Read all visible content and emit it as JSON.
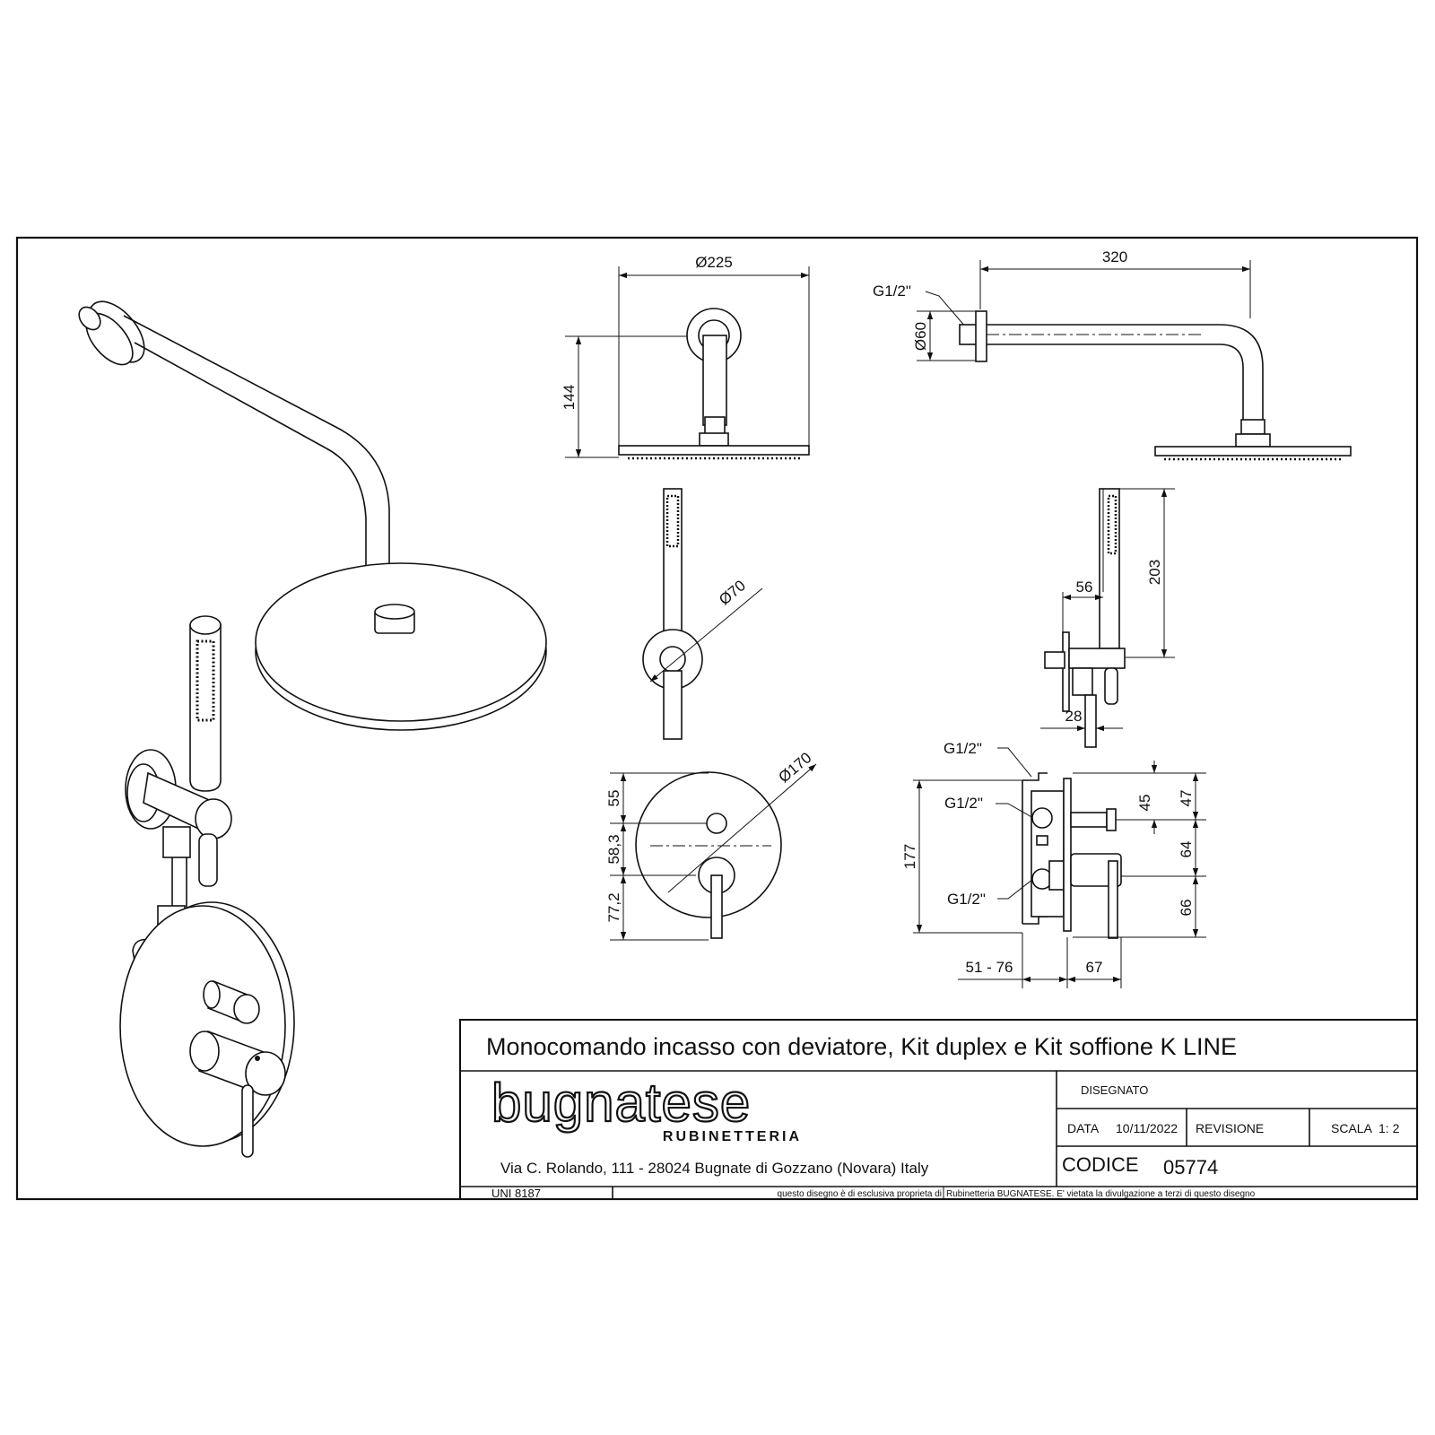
{
  "title_block": {
    "title": "Monocomando incasso con deviatore, Kit duplex e Kit soffione K LINE",
    "brand_logo": "bugnatese",
    "brand_sub": "RUBINETTERIA",
    "address": "Via C. Rolando, 111 - 28024 Bugnate di Gozzano (Novara) Italy",
    "disegnato_label": "DISEGNATO",
    "data_label": "DATA",
    "data_value": "10/11/2022",
    "revisione_label": "REVISIONE",
    "scala_label": "SCALA",
    "scala_value": "1: 2",
    "codice_label": "CODICE",
    "codice_value": "05774",
    "norm": "UNI 8187",
    "disclaimer_a": "questo disegno è di esclusiva proprieta di",
    "disclaimer_b": "Rubinetteria BUGNATESE. E' vietata la divulgazione a terzi di questo disegno"
  },
  "dimensions": {
    "head_diameter": "Ø225",
    "head_height": "144",
    "arm_length": "320",
    "arm_thread": "G1/2\"",
    "flange_diameter": "Ø60",
    "holder_diameter": "Ø70",
    "hand_length": "203",
    "holder_offset": "56",
    "holder_depth": "28",
    "plate_diameter": "Ø170",
    "plate_top": "55",
    "plate_mid": "58,3",
    "plate_bottom": "77,2",
    "body_thread_top": "G1/2\"",
    "body_thread_mid": "G1/2\"",
    "body_thread_low": "G1/2\"",
    "body_height": "177",
    "body_45": "45",
    "body_47": "47",
    "body_64": "64",
    "body_66": "66",
    "body_depth": "51 - 76",
    "body_67": "67"
  }
}
